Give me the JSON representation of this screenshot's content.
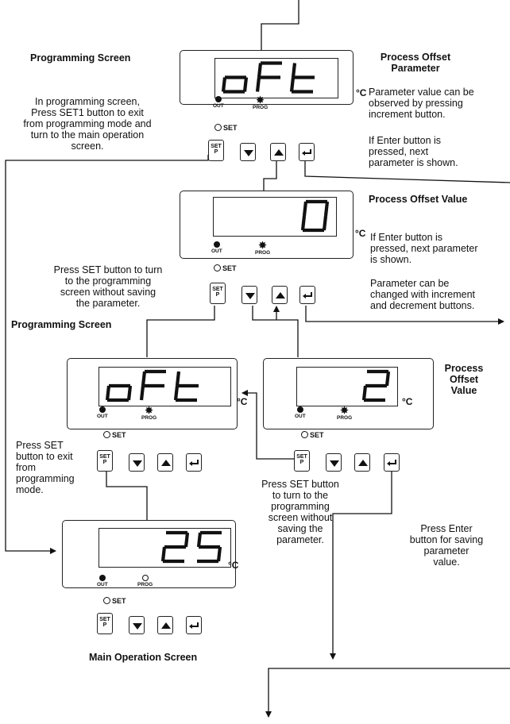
{
  "screens": {
    "top": {
      "display": "oFt",
      "unit": "°C",
      "led_out": "OUT",
      "led_prog": "PROG",
      "set_indicator": "SET",
      "set_button": [
        "SET",
        "P"
      ]
    },
    "second": {
      "display": "0",
      "unit": "°C",
      "led_out": "OUT",
      "led_prog": "PROG",
      "set_indicator": "SET",
      "set_button": [
        "SET",
        "P"
      ]
    },
    "left": {
      "display": "oFt",
      "unit": "°C",
      "led_out": "OUT",
      "led_prog": "PROG",
      "set_indicator": "SET",
      "set_button": [
        "SET",
        "P"
      ]
    },
    "right": {
      "display": "2",
      "unit": "°C",
      "led_out": "OUT",
      "led_prog": "PROG",
      "set_indicator": "SET",
      "set_button": [
        "SET",
        "P"
      ]
    },
    "bottom": {
      "display": "25",
      "unit": "°C",
      "led_out": "OUT",
      "led_prog": "PROG",
      "set_indicator": "SET",
      "set_button": [
        "SET",
        "P"
      ]
    }
  },
  "labels": {
    "programming_screen_top": "Programming Screen",
    "process_offset_parameter": [
      "Process Offset",
      "Parameter"
    ],
    "param_value_note": [
      "Parameter value can be",
      "observed by pressing",
      "increment button."
    ],
    "enter_note_top": [
      "If Enter button is",
      "pressed, next",
      "parameter is shown."
    ],
    "exit_note_top": [
      "In programming screen,",
      "Press SET1 button to exit",
      "from programming mode and",
      "turn to the main operation",
      "screen."
    ],
    "process_offset_value": "Process Offset Value",
    "enter_note_second": [
      "If Enter button is",
      "pressed, next parameter",
      "is shown."
    ],
    "change_note": [
      "Parameter can be",
      "changed with increment",
      "and decrement buttons."
    ],
    "set_no_save_second": [
      "Press SET button to turn",
      "to the programming",
      "screen without saving",
      "the parameter."
    ],
    "programming_screen_mid": "Programming Screen",
    "process_offset_value_right": [
      "Process",
      "Offset",
      "Value"
    ],
    "press_set_exit": [
      "Press SET",
      "button to exit",
      "from",
      "programming",
      "mode."
    ],
    "set_no_save_mid": [
      "Press SET button",
      "to turn to the",
      "programming",
      "screen without",
      "saving the",
      "parameter."
    ],
    "enter_save": [
      "Press Enter",
      "button for saving",
      "parameter",
      "value."
    ],
    "main_operation_screen": "Main Operation Screen"
  },
  "icons": {
    "down": "down-triangle-icon",
    "up": "up-triangle-icon",
    "enter": "enter-arrow-icon"
  }
}
